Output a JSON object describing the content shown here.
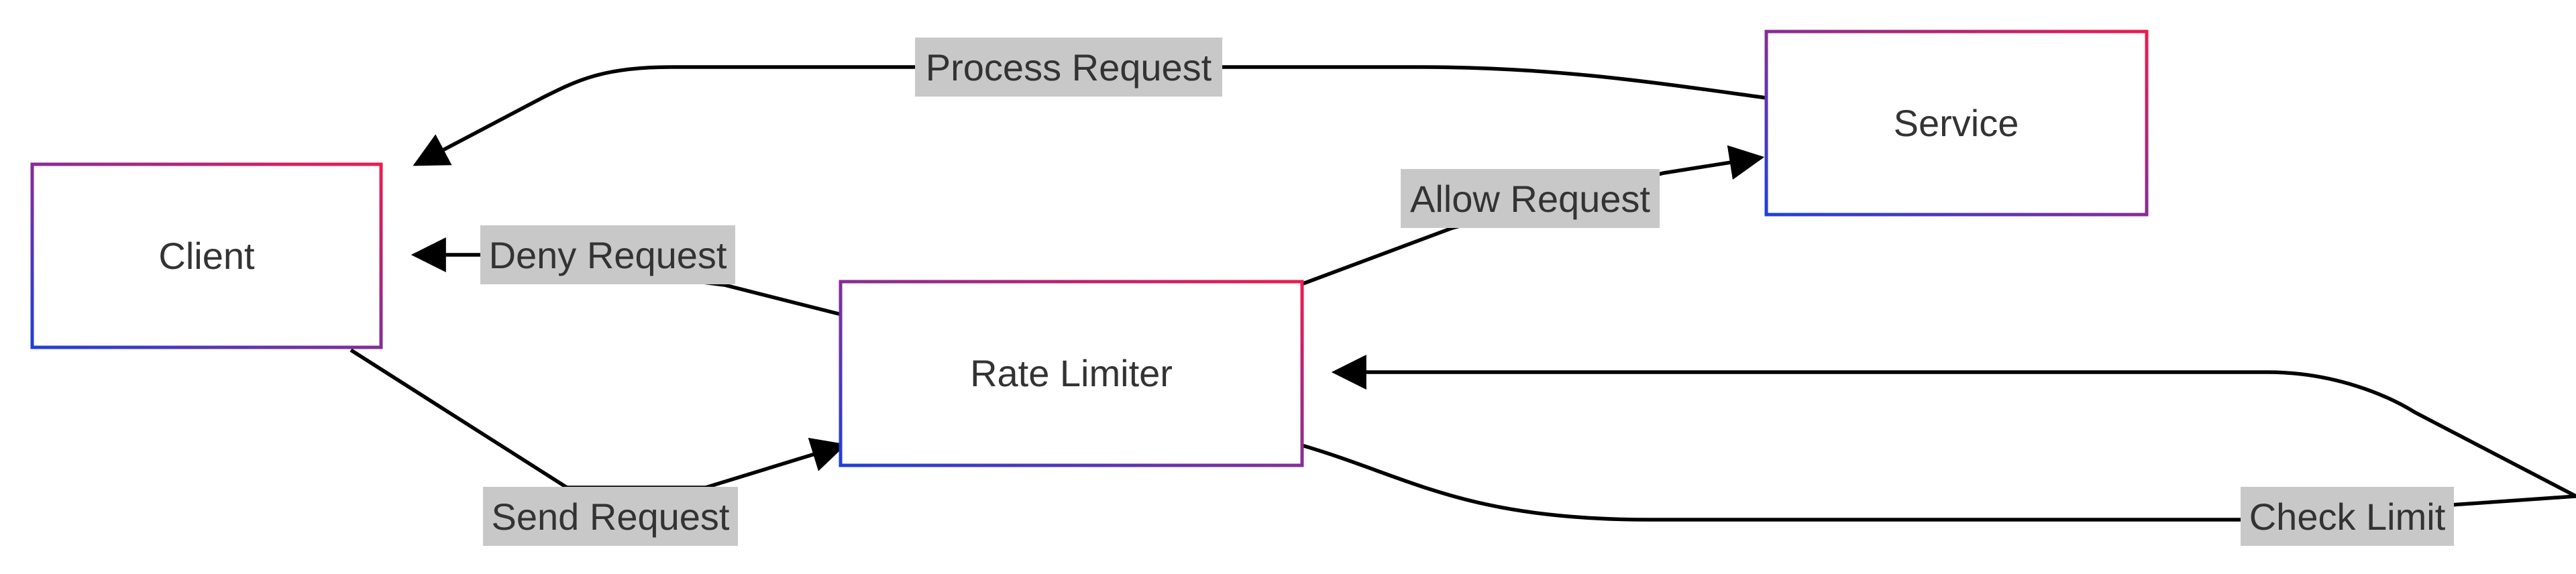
{
  "nodes": {
    "client": {
      "label": "Client"
    },
    "rate_limiter": {
      "label": "Rate Limiter"
    },
    "service": {
      "label": "Service"
    }
  },
  "edges": {
    "send_request": {
      "label": "Send Request"
    },
    "check_limit": {
      "label": "Check Limit"
    },
    "allow_request": {
      "label": "Allow Request"
    },
    "deny_request": {
      "label": "Deny Request"
    },
    "process_request": {
      "label": "Process Request"
    }
  },
  "colors": {
    "node_border_start": "#1f3fdc",
    "node_border_end": "#ec1c4e",
    "edge_label_background": "#c8c8c8",
    "edge_stroke": "#000000",
    "text": "#333333"
  }
}
